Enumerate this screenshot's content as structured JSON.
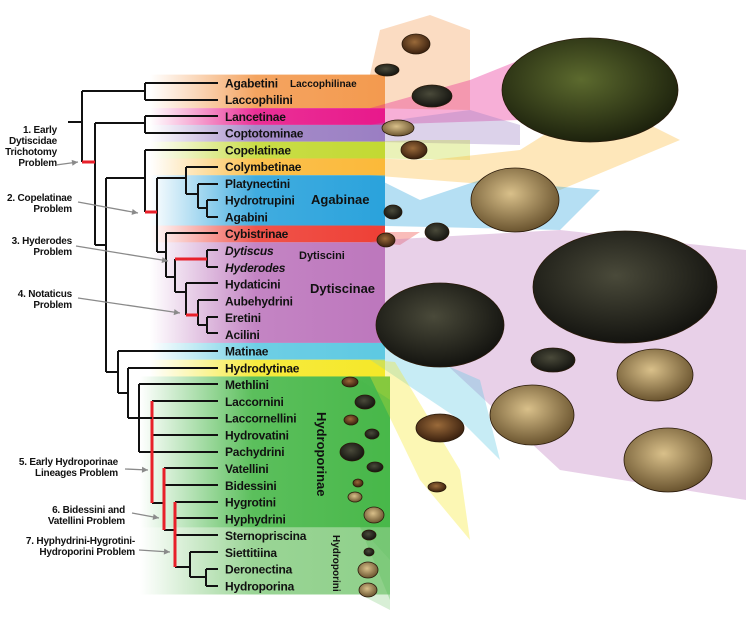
{
  "taxa": [
    {
      "label": "Agabetini",
      "italic": false
    },
    {
      "label": "Laccophilini",
      "italic": false
    },
    {
      "label": "Lancetinae",
      "italic": false
    },
    {
      "label": "Coptotominae",
      "italic": false
    },
    {
      "label": "Copelatinae",
      "italic": false
    },
    {
      "label": "Colymbetinae",
      "italic": false
    },
    {
      "label": "Platynectini",
      "italic": false
    },
    {
      "label": "Hydrotrupini",
      "italic": false
    },
    {
      "label": "Agabini",
      "italic": false
    },
    {
      "label": "Cybistrinae",
      "italic": false
    },
    {
      "label": "Dytiscus",
      "italic": true
    },
    {
      "label": "Hyderodes",
      "italic": true
    },
    {
      "label": "Hydaticini",
      "italic": false
    },
    {
      "label": "Aubehydrini",
      "italic": false
    },
    {
      "label": "Eretini",
      "italic": false
    },
    {
      "label": "Acilini",
      "italic": false
    },
    {
      "label": "Matinae",
      "italic": false
    },
    {
      "label": "Hydrodytinae",
      "italic": false
    },
    {
      "label": "Methlini",
      "italic": false
    },
    {
      "label": "Laccornini",
      "italic": false
    },
    {
      "label": "Laccornellini",
      "italic": false
    },
    {
      "label": "Hydrovatini",
      "italic": false
    },
    {
      "label": "Pachydrini",
      "italic": false
    },
    {
      "label": "Vatellini",
      "italic": false
    },
    {
      "label": "Bidessini",
      "italic": false
    },
    {
      "label": "Hygrotini",
      "italic": false
    },
    {
      "label": "Hyphydrini",
      "italic": false
    },
    {
      "label": "Sternopriscina",
      "italic": false
    },
    {
      "label": "Siettitiina",
      "italic": false
    },
    {
      "label": "Deronectina",
      "italic": false
    },
    {
      "label": "Hydroporina",
      "italic": false
    }
  ],
  "groups": {
    "laccophilinae": "Laccophilinae",
    "agabinae": "Agabinae",
    "dytiscini": "Dytiscini",
    "dytiscinae": "Dytiscinae",
    "hydroporinae": "Hydroporinae",
    "hydroporini": "Hydroporini"
  },
  "problems": [
    {
      "lines": [
        "1. Early",
        "Dytiscidae",
        "Trichotomy",
        "Problem"
      ]
    },
    {
      "lines": [
        "2. Copelatinae",
        "Problem"
      ]
    },
    {
      "lines": [
        "3. Hyderodes",
        "Problem"
      ]
    },
    {
      "lines": [
        "4. Notaticus",
        "Problem"
      ]
    },
    {
      "lines": [
        "5. Early Hydroporinae",
        "Lineages Problem"
      ]
    },
    {
      "lines": [
        "6. Bidessini and",
        "Vatellini Problem"
      ]
    },
    {
      "lines": [
        "7. Hyphydrini-Hygrotini-",
        "Hydroporini Problem"
      ]
    }
  ],
  "colors": {
    "laccophilinae": "#f39a4f",
    "lancetinae": "#e8198b",
    "coptotominae": "#9b7fc3",
    "copelatinae": "#c3d933",
    "colymbetinae": "#fbb93a",
    "agabinae": "#2ba3dc",
    "cybistrinae": "#ee4036",
    "dytiscinae": "#bd77bd",
    "matinae": "#5ec9e2",
    "hydrodytinae": "#f5e829",
    "hydroporinae": "#49b84a",
    "hydroporini": "#8fd08a",
    "problem_branch": "#e8202a"
  }
}
